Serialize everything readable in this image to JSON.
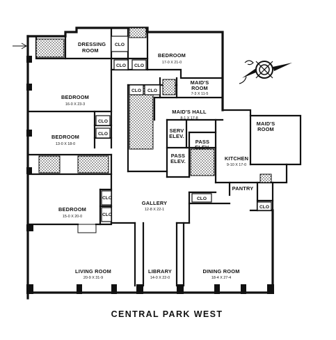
{
  "rooms": {
    "dressing_room": {
      "name_line1": "DRESSING",
      "name_line2": "ROOM"
    },
    "bedroom_top": {
      "name": "BEDROOM",
      "dims": "17-0 X 21-0"
    },
    "bedroom_1": {
      "name": "BEDROOM",
      "dims": "16-0 X 23-3"
    },
    "maids_room_1": {
      "name_line1": "MAID'S",
      "name_line2": "ROOM",
      "dims": "7-3 X 11-5"
    },
    "maids_hall": {
      "name": "MAID'S HALL",
      "dims": "8-1 X 17-8"
    },
    "bedroom_2": {
      "name": "BEDROOM",
      "dims": "13-0 X 18-0"
    },
    "serv_elev": {
      "name_line1": "SERV",
      "name_line2": "ELEV."
    },
    "pass_elev_1": {
      "name_line1": "PASS",
      "name_line2": "ELEV."
    },
    "pass_elev_2": {
      "name_line1": "PASS",
      "name_line2": "ELEV."
    },
    "maids_room_2": {
      "name_line1": "MAID'S",
      "name_line2": "ROOM"
    },
    "kitchen": {
      "name": "KITCHEN",
      "dims": "9-10 X 17-0"
    },
    "pantry": {
      "name": "PANTRY"
    },
    "gallery": {
      "name": "GALLERY",
      "dims": "12-8 X 22-1"
    },
    "bedroom_3": {
      "name": "BEDROOM",
      "dims": "15-0 X 20-0"
    },
    "living_room": {
      "name": "LIVING ROOM",
      "dims": "20-9 X 31-9"
    },
    "library": {
      "name": "LIBRARY",
      "dims": "14-0 X 22-0"
    },
    "dining_room": {
      "name": "DINING ROOM",
      "dims": "18-4 X 27-4"
    }
  },
  "closets": {
    "label": "CLO"
  },
  "street": {
    "name": "CENTRAL PARK WEST"
  },
  "compass": {
    "icon": "compass-rose-icon"
  }
}
